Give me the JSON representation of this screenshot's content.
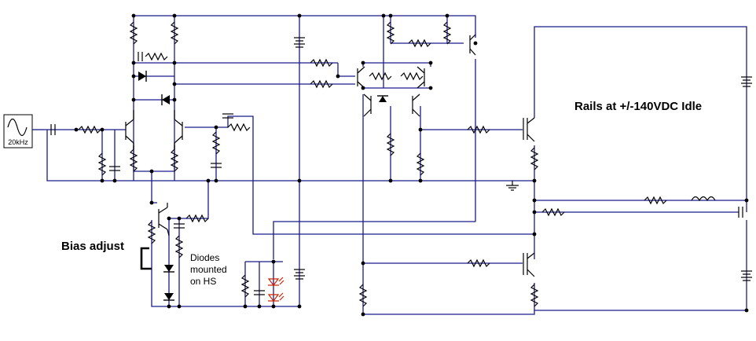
{
  "labels": {
    "rails": "Rails at +/-140VDC Idle",
    "bias": "Bias adjust",
    "diodes_line1": "Diodes",
    "diodes_line2": "mounted",
    "diodes_line3": "on HS",
    "source": "20kHz"
  },
  "colors": {
    "wire": "#1a1a8c",
    "component": "#000000",
    "led": "#cc2200",
    "background": "#ffffff"
  },
  "icons": [
    "sine-source-icon",
    "ground-icon",
    "battery-icon",
    "led-icon",
    "diode-icon",
    "transistor-icon",
    "resistor-icon",
    "capacitor-icon",
    "inductor-icon"
  ]
}
